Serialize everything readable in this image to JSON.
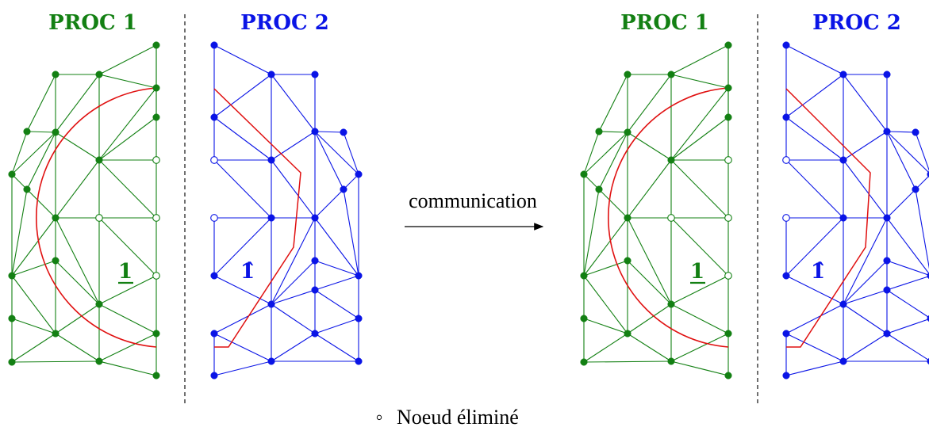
{
  "colors": {
    "proc1": "#138013",
    "proc2": "#0a14e6",
    "interface": "#e01010",
    "separator": "#222222",
    "text": "#000000"
  },
  "panels": [
    {
      "id": "before",
      "proc1_title": "PROC 1",
      "proc2_title": "PROC 2",
      "proc1_region_label": "1",
      "proc2_region_label": "1̂"
    },
    {
      "id": "after",
      "proc1_title": "PROC 1",
      "proc2_title": "PROC 2",
      "proc1_region_label": "1",
      "proc2_region_label": "1̂"
    }
  ],
  "communication_label": "communication",
  "legend": {
    "symbol": "◦",
    "label": "Noeud éliminé"
  }
}
